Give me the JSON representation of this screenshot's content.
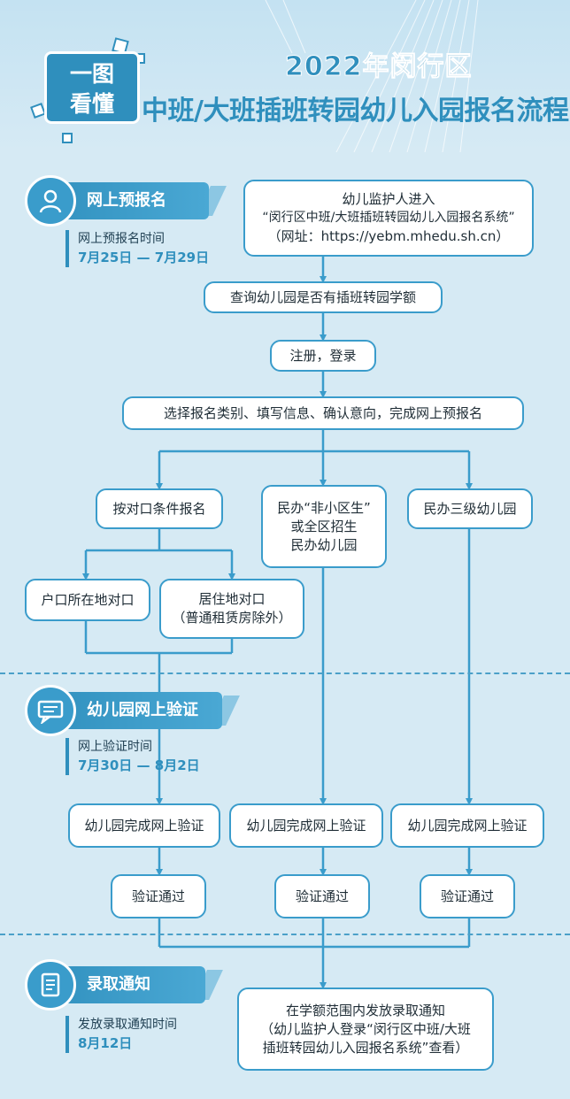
{
  "header": {
    "badge": [
      "一图",
      "看懂"
    ],
    "title_line1": "2022年闵行区",
    "title_line2": "中班/大班插班转园幼儿入园报名流程"
  },
  "stages": {
    "s1": {
      "title": "网上预报名",
      "info_label": "网上预报名时间",
      "info_date": "7月25日 — 7月29日"
    },
    "s2": {
      "title": "幼儿园网上验证",
      "info_label": "网上验证时间",
      "info_date": "7月30日 — 8月2日"
    },
    "s3": {
      "title": "录取通知",
      "info_label": "发放录取通知时间",
      "info_date": "8月12日"
    }
  },
  "flow": {
    "enter": [
      "幼儿监护人进入",
      "“闵行区中班/大班插班转园幼儿入园报名系统”",
      "（网址：https://yebm.mhedu.sh.cn）"
    ],
    "query": "查询幼儿园是否有插班转园学额",
    "register": "注册，登录",
    "select": "选择报名类别、填写信息、确认意向，完成网上预报名",
    "branch_a": "按对口条件报名",
    "branch_b": [
      "民办“非小区生”",
      "或全区招生",
      "民办幼儿园"
    ],
    "branch_c": "民办三级幼儿园",
    "a1": "户口所在地对口",
    "a2": [
      "居住地对口",
      "（普通租赁房除外）"
    ],
    "verify": "幼儿园完成网上验证",
    "pass": "验证通过",
    "notice": [
      "在学额范围内发放录取通知",
      "（幼儿监护人登录“闵行区中班/大班",
      "插班转园幼儿入园报名系统”查看）"
    ]
  },
  "colors": {
    "accent": "#2f8fbd",
    "line": "#3a9ccb",
    "background": "#d6eaf4"
  },
  "icons": {
    "s1": "person-icon",
    "s2": "chat-icon",
    "s3": "document-icon"
  }
}
